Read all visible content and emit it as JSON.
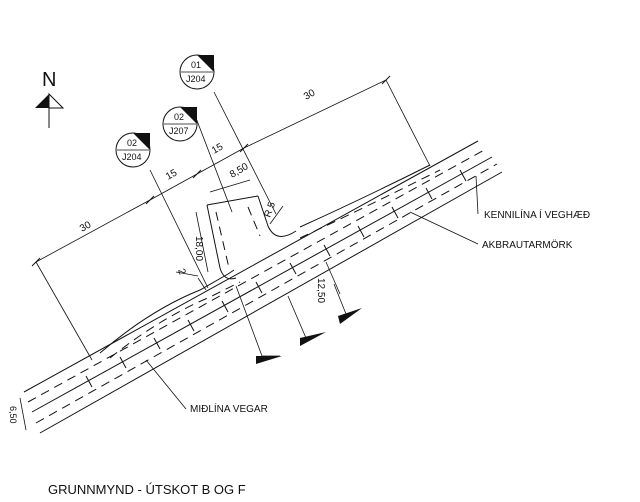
{
  "north": {
    "label": "N"
  },
  "caption": "GRUNNMYND - ÚTSKOT B OG F",
  "labels": {
    "centerline_elevation": "KENNILÍNA Í VEGHÆÐ",
    "lane_edge": "AKBRAUTARMÖRK",
    "road_centerline": "MIÐLÍNA VEGAR"
  },
  "dimensions": {
    "d30_left": "30",
    "d15_a": "15",
    "d15_b": "15",
    "d30_right": "30",
    "d8_50": "8,50",
    "r5": "R 5",
    "d18_00": "18,00",
    "d2": "2",
    "d12_50": "12,50",
    "d6_50": "6,50"
  },
  "section_markers": [
    {
      "id": "marker-02-j204",
      "top": "02",
      "bottom": "J204"
    },
    {
      "id": "marker-02-j207",
      "top": "02",
      "bottom": "J207"
    },
    {
      "id": "marker-01-j204",
      "top": "01",
      "bottom": "J204"
    }
  ]
}
